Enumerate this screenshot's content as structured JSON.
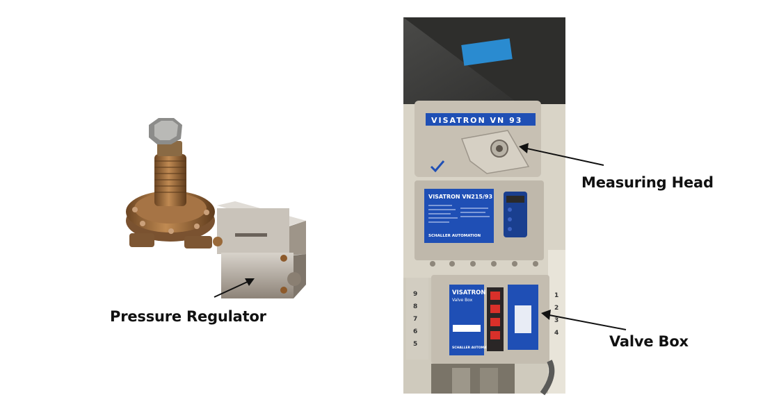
{
  "labels": {
    "pressure_regulator": "Pressure Regulator",
    "measuring_head": "Measuring Head",
    "valve_box": "Valve Box"
  },
  "device_text": {
    "head_brand": "VISATRON VN 93",
    "panel_brand": "VISATRON VN215/93",
    "panel_maker": "SCHALLER AUTOMATION",
    "valve_brand": "VISATRON",
    "valve_sub": "Valve Box",
    "valve_maker": "SCHALLER AUTOMATION",
    "terminal_left": [
      "9",
      "8",
      "7",
      "6",
      "5"
    ],
    "terminal_right": [
      "1",
      "2",
      "3",
      "4"
    ]
  },
  "colors": {
    "panel_blue": "#1f4fb5",
    "brass": "#9a6a3a",
    "steel": "#b9b3a8"
  }
}
